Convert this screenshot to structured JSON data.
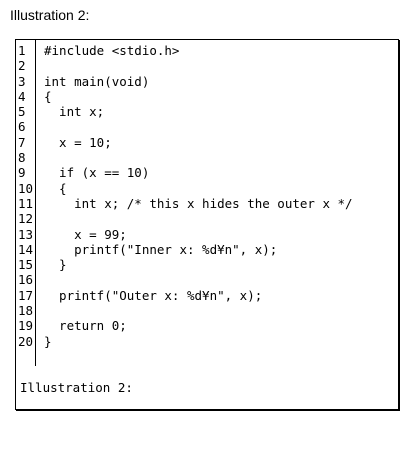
{
  "document": {
    "title": "Illustration 2:",
    "code_lines": [
      {
        "num": "1",
        "text": "#include <stdio.h>"
      },
      {
        "num": "2",
        "text": ""
      },
      {
        "num": "3",
        "text": "int main(void)"
      },
      {
        "num": "4",
        "text": "{"
      },
      {
        "num": "5",
        "text": "  int x;"
      },
      {
        "num": "6",
        "text": ""
      },
      {
        "num": "7",
        "text": "  x = 10;"
      },
      {
        "num": "8",
        "text": ""
      },
      {
        "num": "9",
        "text": "  if (x == 10)"
      },
      {
        "num": "10",
        "text": "  {"
      },
      {
        "num": "11",
        "text": "    int x; /* this x hides the outer x */"
      },
      {
        "num": "12",
        "text": ""
      },
      {
        "num": "13",
        "text": "    x = 99;"
      },
      {
        "num": "14",
        "text": "    printf(\"Inner x: %d¥n\", x);"
      },
      {
        "num": "15",
        "text": "  }"
      },
      {
        "num": "16",
        "text": ""
      },
      {
        "num": "17",
        "text": "  printf(\"Outer x: %d¥n\", x);"
      },
      {
        "num": "18",
        "text": ""
      },
      {
        "num": "19",
        "text": "  return 0;"
      },
      {
        "num": "20",
        "text": "}"
      }
    ],
    "caption": "Illustration 2:"
  }
}
